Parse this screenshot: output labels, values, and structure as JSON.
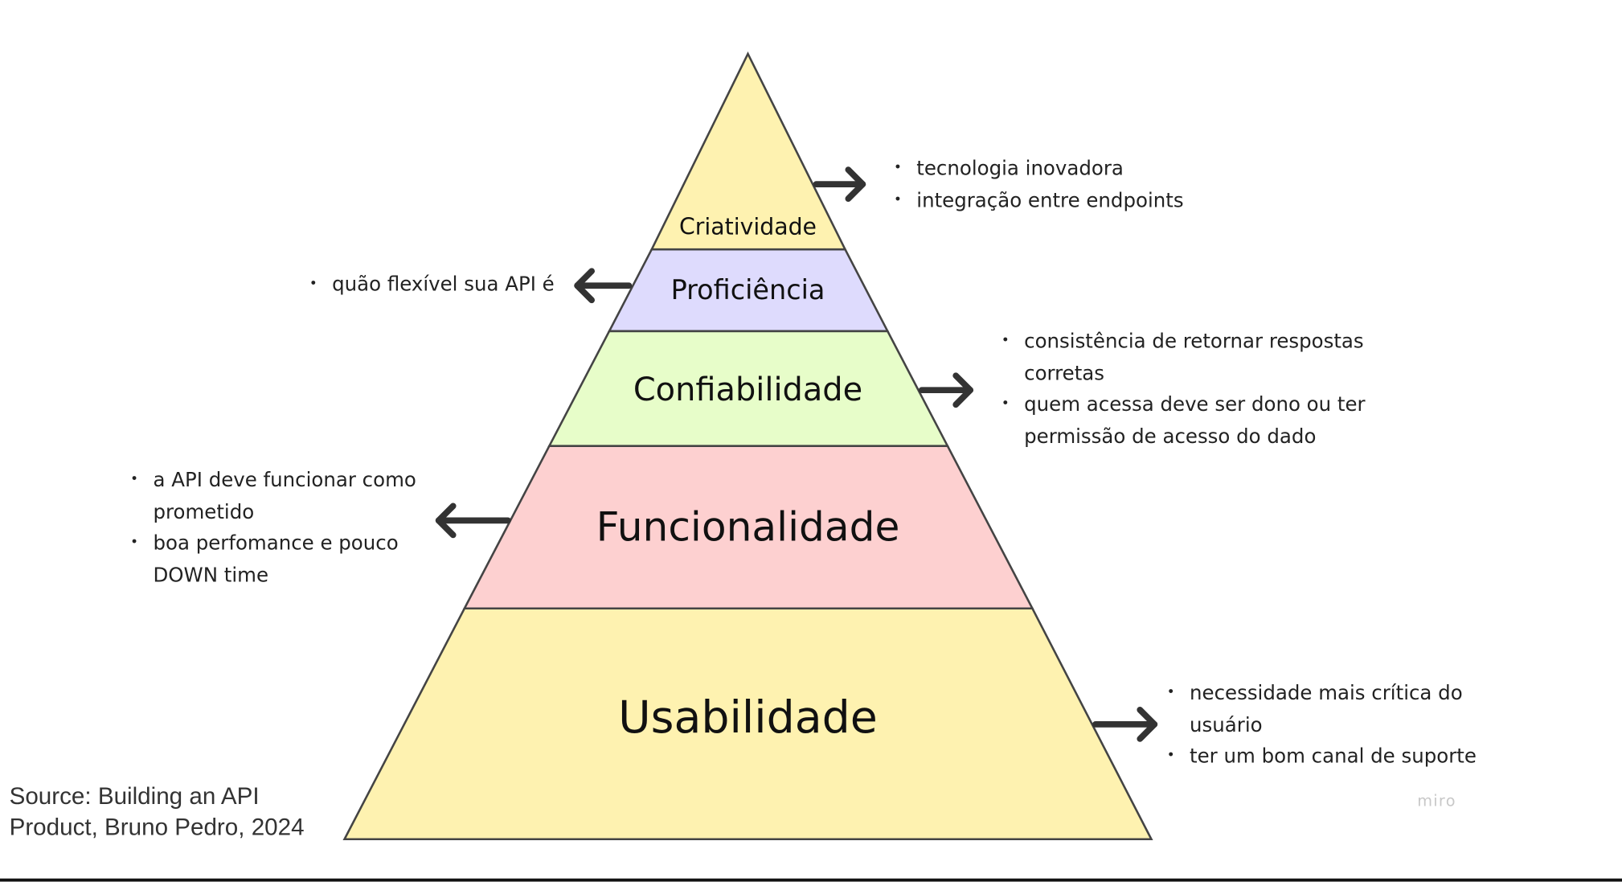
{
  "pyramid": {
    "levels": [
      {
        "label": "Criatividade",
        "color": "#fef2b0"
      },
      {
        "label": "Proficiência",
        "color": "#dedbfd"
      },
      {
        "label": "Confiabilidade",
        "color": "#e7fdc9"
      },
      {
        "label": "Funcionalidade",
        "color": "#fdd0d0"
      },
      {
        "label": "Usabilidade",
        "color": "#fef2b0"
      }
    ]
  },
  "notes": {
    "criatividade": [
      "tecnologia inovadora",
      "integração entre endpoints"
    ],
    "proficiencia": [
      "quão flexível sua API é"
    ],
    "confiabilidade": [
      "consistência de retornar respostas corretas",
      "quem acessa deve ser dono ou ter permissão de acesso do dado"
    ],
    "funcionalidade": [
      "a API deve funcionar como prometido",
      "boa perfomance e pouco DOWN time"
    ],
    "usabilidade": [
      "necessidade mais crítica do usuário",
      "ter um bom canal de suporte"
    ]
  },
  "source": {
    "line1": "Source: Building an API",
    "line2": "Product, Bruno Pedro, 2024"
  },
  "watermark": "miro"
}
